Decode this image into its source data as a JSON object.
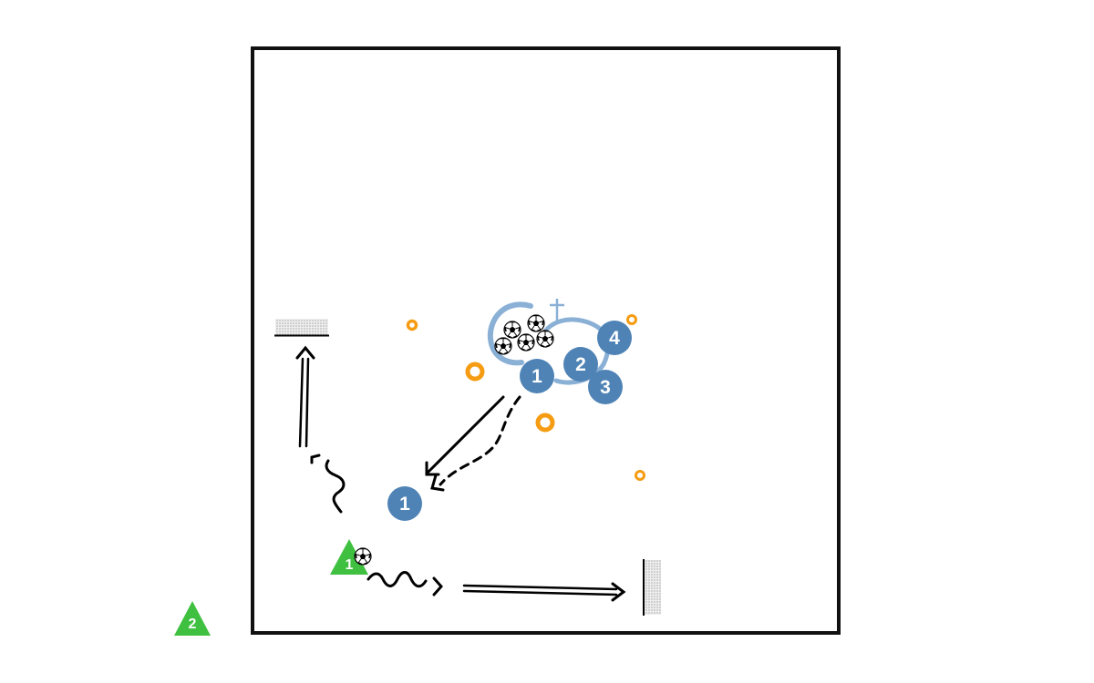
{
  "colors": {
    "player": "#4f83b5",
    "coach": "#40c040",
    "cone": "#f59c12",
    "line": "#000000",
    "goal_fill": "#e2e2e2"
  },
  "players": [
    {
      "label": "1"
    },
    {
      "label": "2"
    },
    {
      "label": "3"
    },
    {
      "label": "4"
    },
    {
      "label": "1"
    }
  ],
  "coaches": [
    {
      "label": "1"
    },
    {
      "label": "2"
    }
  ],
  "icons": {
    "ball": "soccer-ball-icon",
    "cone": "cone-icon",
    "goal": "goal-icon",
    "cross": "cross-icon"
  }
}
